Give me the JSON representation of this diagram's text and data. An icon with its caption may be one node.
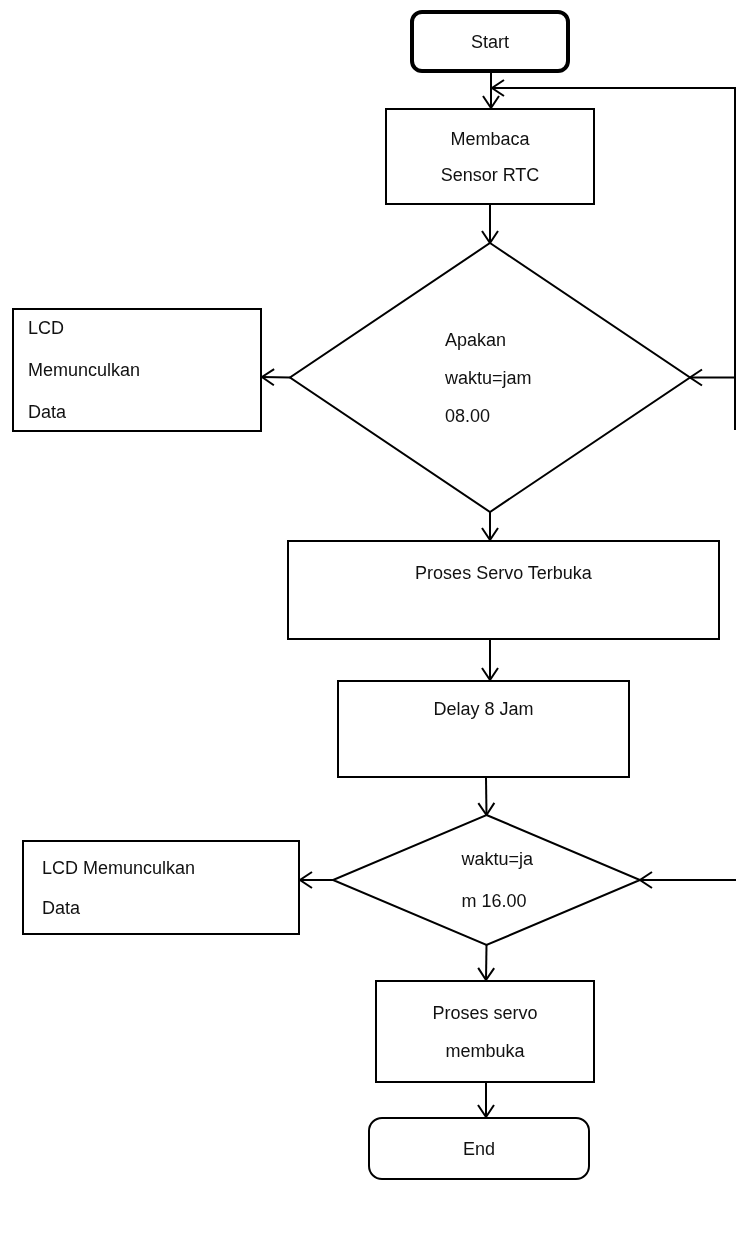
{
  "diagram": {
    "nodes": [
      {
        "text": [
          "Start"
        ]
      },
      {
        "text": [
          "Membaca Sensor RTC"
        ]
      },
      {
        "text": [
          "Apakan waktu=jam 08.00"
        ]
      },
      {
        "text": [
          "LCD Memunculkan Data"
        ]
      },
      {
        "text": [
          "Proses Servo Terbuka"
        ]
      },
      {
        "text": [
          "Delay 8 Jam"
        ]
      },
      {
        "text": [
          "waktu=ja m 16.00"
        ]
      },
      {
        "text": [
          "LCD Memunculkan Data"
        ]
      },
      {
        "text": [
          "Proses servo membuka"
        ]
      },
      {
        "text": [
          "End"
        ]
      }
    ],
    "edges": [
      {
        "from": 0,
        "to": 1,
        "arrow": "to"
      },
      {
        "from": 2,
        "to": 1,
        "arrow": "both"
      },
      {
        "from": 1,
        "to": 2,
        "arrow": "to"
      },
      {
        "from": 2,
        "to": 3,
        "arrow": "to"
      },
      {
        "from": 2,
        "to": 4,
        "arrow": "to"
      },
      {
        "from": 4,
        "to": 5,
        "arrow": "to"
      },
      {
        "from": 5,
        "to": 6,
        "arrow": "to"
      },
      {
        "from": 6,
        "to": 7,
        "arrow": "to"
      },
      {
        "from": null,
        "to": 6,
        "arrow": "to"
      },
      {
        "from": 6,
        "to": 8,
        "arrow": "to"
      },
      {
        "from": 8,
        "to": 9,
        "arrow": "to"
      }
    ]
  }
}
